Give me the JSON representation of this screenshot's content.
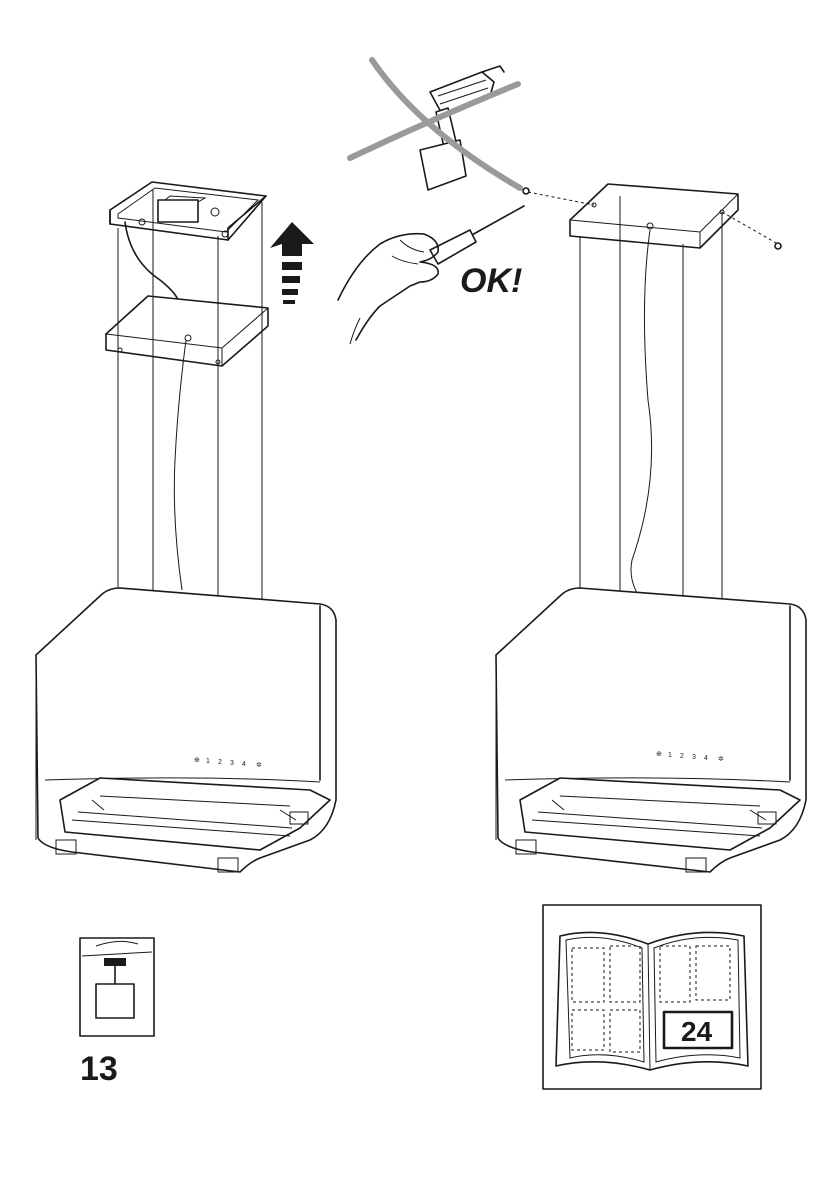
{
  "labels": {
    "ok": "OK!",
    "reference_page": "13",
    "manual_page": "24"
  },
  "control_panel": {
    "symbols": [
      "⊕",
      "1",
      "2",
      "3",
      "4",
      "✲"
    ]
  },
  "icons": {
    "drill": "power-drill-icon",
    "no_drill": "prohibited-cross-icon",
    "screwdriver": "hand-screwdriver-icon",
    "arrow": "upward-dashed-arrow-icon",
    "manual": "open-manual-icon"
  },
  "colors": {
    "line": "#1a1a1a",
    "prohibited_cross": "#9a9a9a",
    "background": "#ffffff"
  }
}
